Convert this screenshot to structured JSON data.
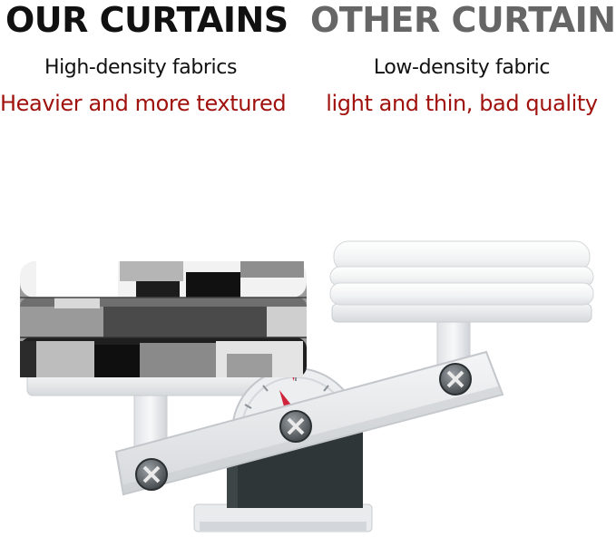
{
  "left": {
    "title": "OUR CURTAINS",
    "subtitle": "High-density fabrics",
    "caption": "Heavier and more textured"
  },
  "right": {
    "title": "OTHER CURTAINS",
    "subtitle": "Low-density fabric",
    "caption": "light and thin, bad quality"
  },
  "colors": {
    "heading_dark": "#111111",
    "heading_grey": "#666666",
    "caption_red": "#a0120e",
    "scale_body": "#e6e8ea",
    "scale_base": "#2f3637",
    "needle": "#d0243b"
  }
}
